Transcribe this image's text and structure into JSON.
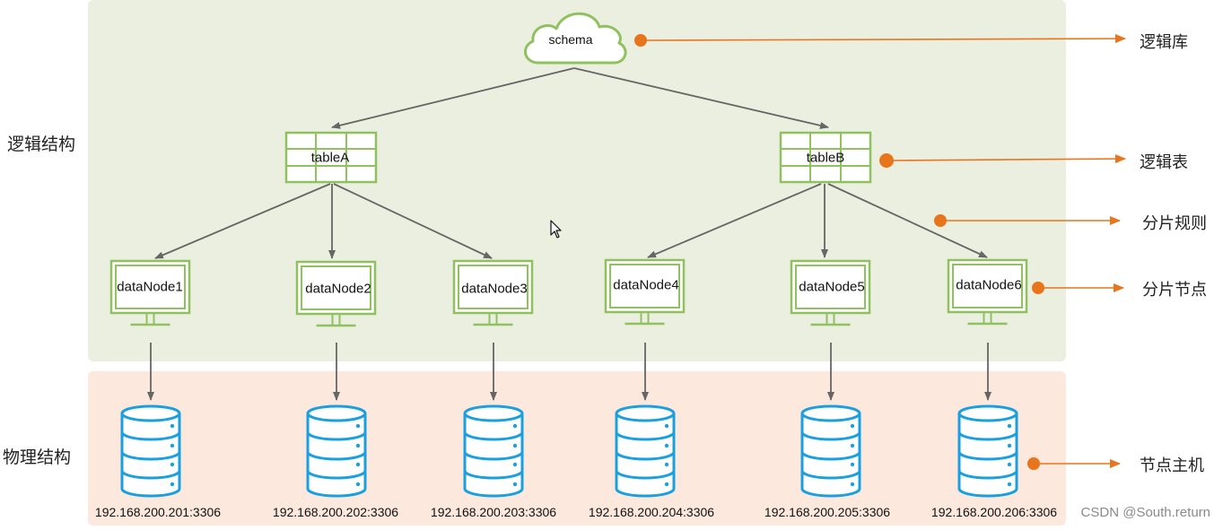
{
  "sections": {
    "logical": "逻辑结构",
    "physical": "物理结构"
  },
  "schema": {
    "label": "schema"
  },
  "tables": [
    {
      "label": "tableA"
    },
    {
      "label": "tableB"
    }
  ],
  "data_nodes": [
    {
      "label": "dataNode1",
      "host": "192.168.200.201:3306"
    },
    {
      "label": "dataNode2",
      "host": "192.168.200.202:3306"
    },
    {
      "label": "dataNode3",
      "host": "192.168.200.203:3306"
    },
    {
      "label": "dataNode4",
      "host": "192.168.200.204:3306"
    },
    {
      "label": "dataNode5",
      "host": "192.168.200.205:3306"
    },
    {
      "label": "dataNode6",
      "host": "192.168.200.206:3306"
    }
  ],
  "legend": {
    "logic_db": "逻辑库",
    "logic_table": "逻辑表",
    "shard_rule": "分片规则",
    "shard_node": "分片节点",
    "node_host": "节点主机"
  },
  "watermark": "CSDN @South.return",
  "colors": {
    "logical_bg": "#ebefe0",
    "physical_bg": "#fde8dd",
    "green": "#8fc25f",
    "blue": "#1aa0e0",
    "orange": "#e8741c",
    "arrow": "#666666"
  },
  "icons": {
    "schema": "cloud-icon",
    "table": "table-grid-icon",
    "node": "monitor-icon",
    "host": "database-cylinder-icon"
  }
}
